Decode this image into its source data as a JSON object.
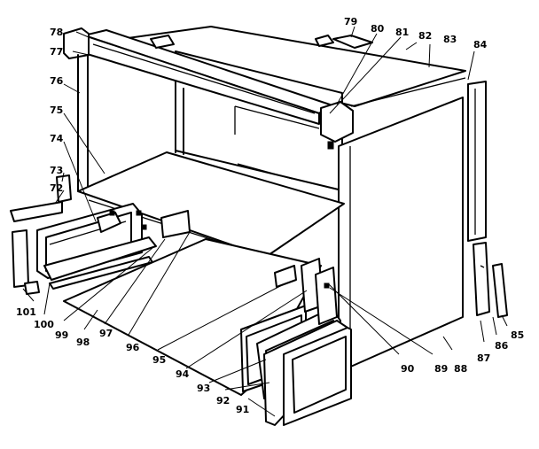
{
  "callouts": {
    "c73": "73",
    "c72": "72",
    "c74": "74",
    "c75": "75",
    "c76": "76",
    "c77": "77",
    "c78": "78",
    "c79": "79",
    "c80": "80",
    "c81": "81",
    "c82": "82",
    "c83": "83",
    "c84": "84",
    "c85": "85",
    "c86": "86",
    "c87": "87",
    "c88": "88",
    "c89": "89",
    "c90": "90",
    "c91": "91",
    "c92": "92",
    "c93": "93",
    "c94": "94",
    "c95": "95",
    "c96": "96",
    "c97": "97",
    "c98": "98",
    "c99": "99",
    "c100": "100",
    "c101": "101"
  }
}
